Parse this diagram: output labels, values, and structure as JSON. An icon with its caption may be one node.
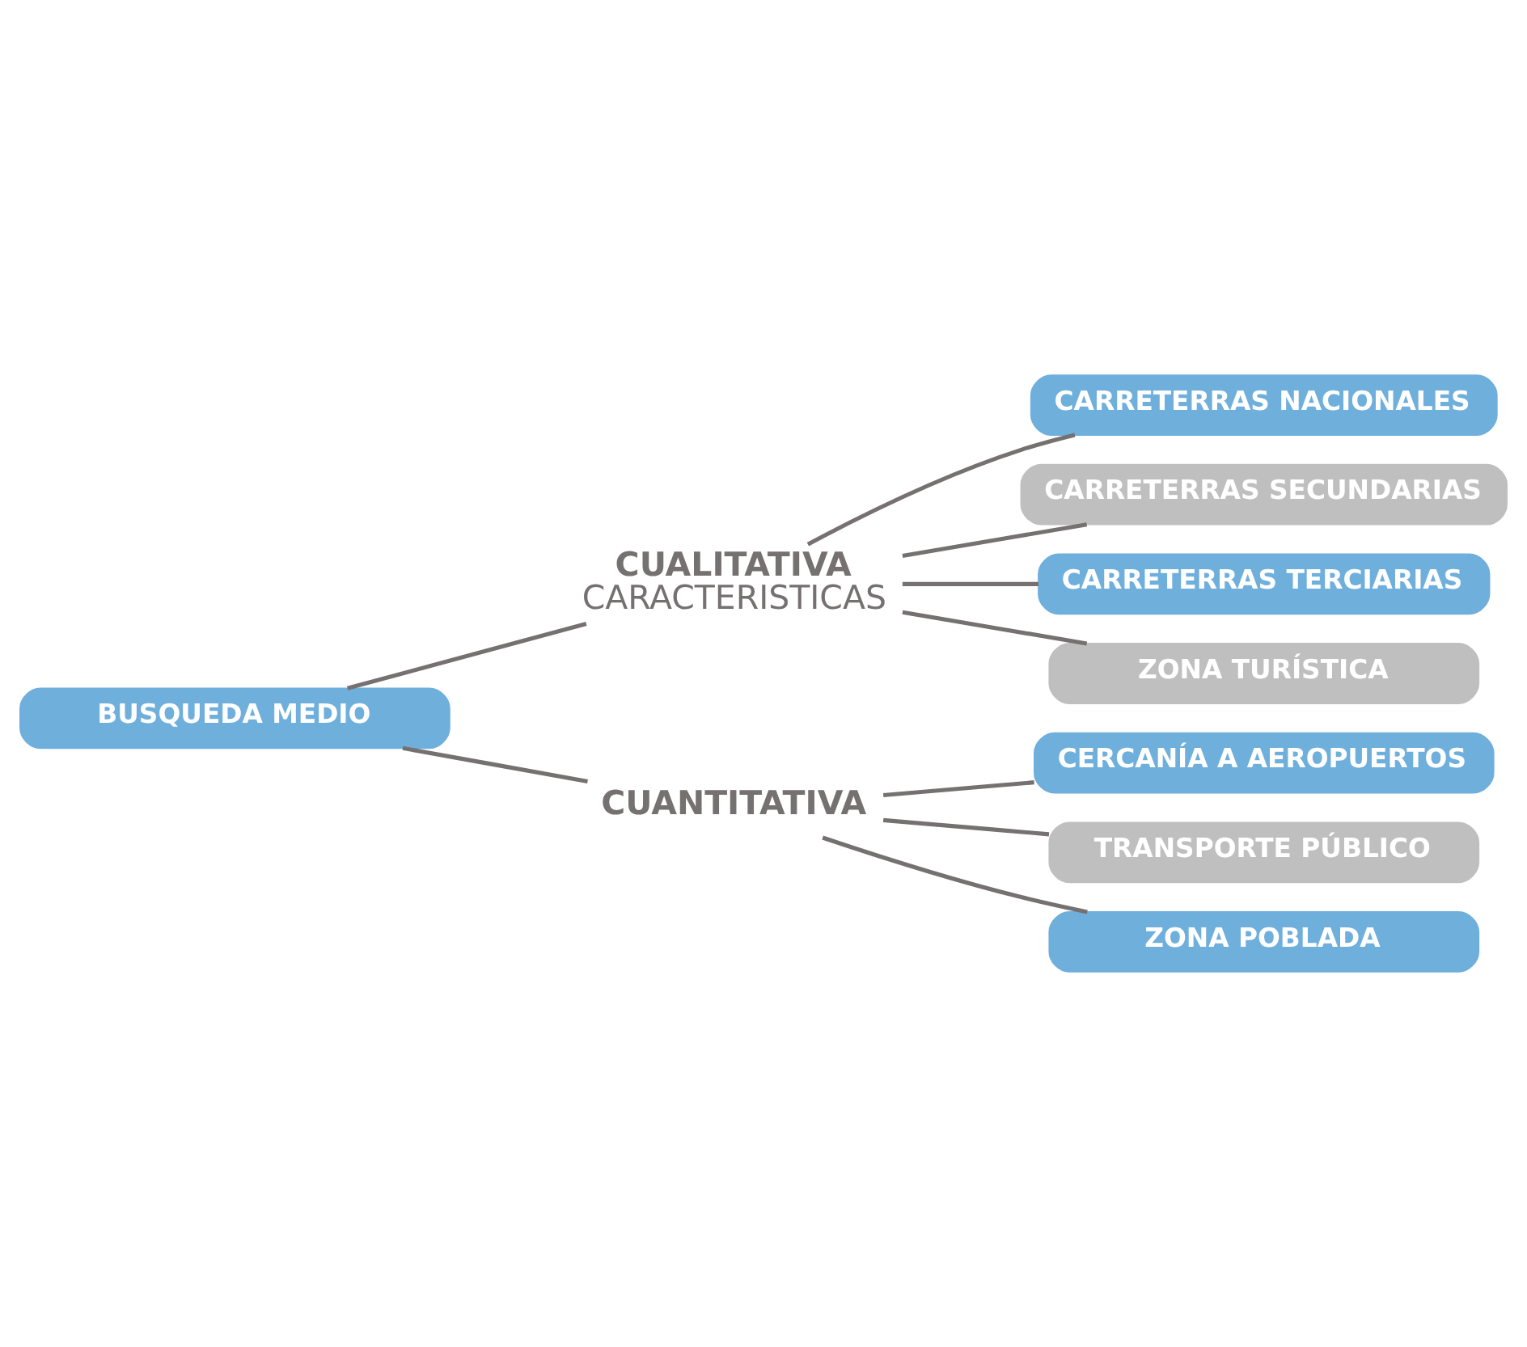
{
  "diagram": {
    "nodes": [
      {
        "text": [
          "BUSQUEDA MEDIO"
        ]
      },
      {
        "text": [
          "CUALITATIVA",
          "CARACTERISTICAS"
        ]
      },
      {
        "text": [
          "CARRETERRAS NACIONALES"
        ]
      },
      {
        "text": [
          "CARRETERRAS SECUNDARIAS"
        ]
      },
      {
        "text": [
          "CARRETERRAS TERCIARIAS"
        ]
      },
      {
        "text": [
          "ZONA TURÍSTICA"
        ]
      },
      {
        "text": [
          "CUANTITATIVA"
        ]
      },
      {
        "text": [
          "CERCANÍA A AEROPUERTOS"
        ]
      },
      {
        "text": [
          "TRANSPORTE PÚBLICO"
        ]
      },
      {
        "text": [
          "ZONA POBLADA"
        ]
      }
    ],
    "edges": [
      {
        "from": 0,
        "to": 1,
        "arrow": "none"
      },
      {
        "from": 0,
        "to": 6,
        "arrow": "none"
      },
      {
        "from": 1,
        "to": 2,
        "arrow": "none"
      },
      {
        "from": 1,
        "to": 3,
        "arrow": "none"
      },
      {
        "from": 1,
        "to": 4,
        "arrow": "none"
      },
      {
        "from": 1,
        "to": 5,
        "arrow": "none"
      },
      {
        "from": 6,
        "to": 7,
        "arrow": "none"
      },
      {
        "from": 6,
        "to": 8,
        "arrow": "none"
      },
      {
        "from": 6,
        "to": 9,
        "arrow": "none"
      }
    ]
  }
}
